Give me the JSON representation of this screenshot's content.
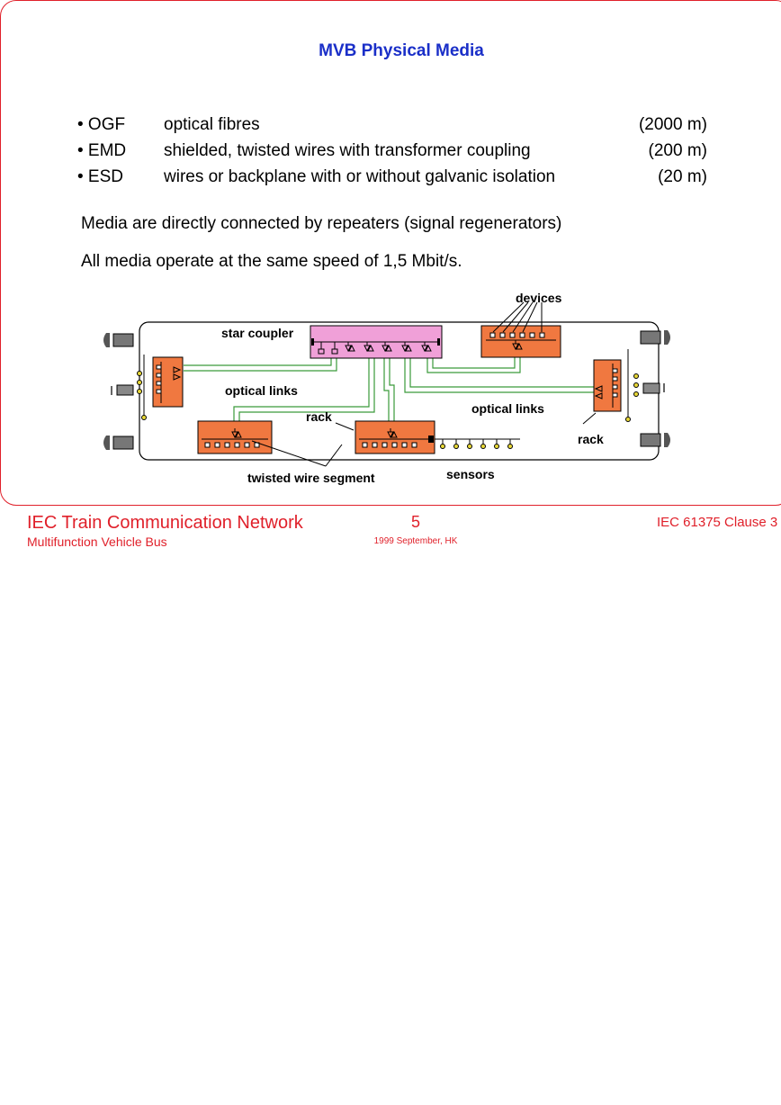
{
  "slide": {
    "title": "MVB Physical Media",
    "media": [
      {
        "code": "• OGF",
        "desc": "optical  fibres",
        "dist": "(2000 m)"
      },
      {
        "code": "• EMD",
        "desc": "shielded, twisted wires with transformer coupling",
        "dist": "(200 m)"
      },
      {
        "code": "• ESD",
        "desc": "wires or backplane with or without galvanic isolation",
        "dist": "(20 m)"
      }
    ],
    "line1": "Media are directly connected by repeaters (signal regenerators)",
    "line2": "All media operate at the same speed of 1,5 Mbit/s."
  },
  "diagram": {
    "labels": {
      "devices": "devices",
      "star_coupler": "star coupler",
      "optical_links_left": "optical links",
      "optical_links_right": "optical links",
      "rack_center": "rack",
      "rack_right": "rack",
      "twisted_wire_segment": "twisted wire segment",
      "sensors": "sensors"
    },
    "colors": {
      "rack": "#f07840",
      "star_coupler": "#f0a0d8",
      "optical_link": "#3a9a3a",
      "sensor": "#e8d838"
    }
  },
  "footer": {
    "title": "IEC Train Communication Network",
    "subtitle": "Multifunction Vehicle Bus",
    "page": "5",
    "date": "1999 September, HK",
    "clause": "IEC 61375 Clause 3"
  }
}
